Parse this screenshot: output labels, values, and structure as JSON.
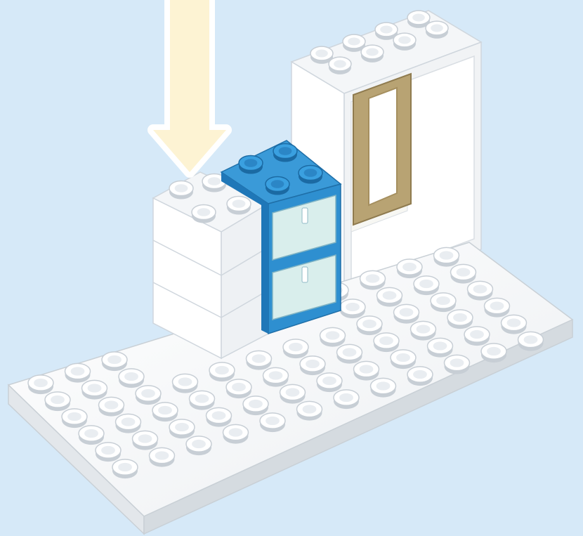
{
  "scene": {
    "type": "building-instruction-step",
    "background_color": "#d6e9f8",
    "arrow": {
      "icon": "down-arrow-icon",
      "fill_color": "#fdf3d3",
      "outline_color": "#ffffff"
    },
    "parts": [
      {
        "name": "baseplate",
        "color": "#ffffff",
        "studs_across": 12,
        "studs_deep": 6
      },
      {
        "name": "white-brick-stack",
        "color": "#ffffff",
        "layers": 3
      },
      {
        "name": "blue-cabinet",
        "color": "#2e8fd0",
        "drawer_color": "#d9eeec",
        "drawers": 2
      },
      {
        "name": "door-frame",
        "color": "#ffffff",
        "door_color": "#b8a373"
      }
    ]
  }
}
